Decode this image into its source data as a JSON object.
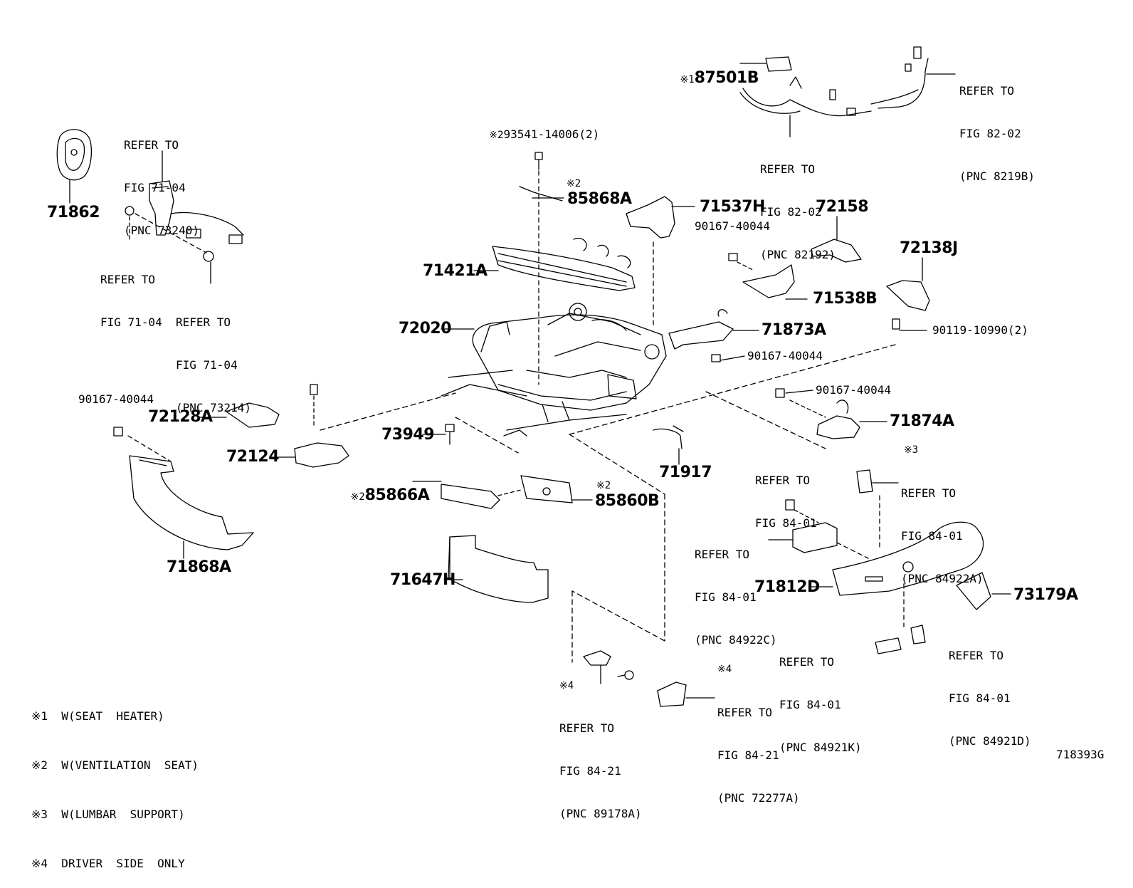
{
  "figure_code": "718393G",
  "notes": [
    "※1  W(SEAT  HEATER)",
    "※2  W(VENTILATION  SEAT)",
    "※3  W(LUMBAR  SUPPORT)",
    "※4  DRIVER  SIDE  ONLY"
  ],
  "parts": {
    "p71862": "71862",
    "p87501b_mark": "※1",
    "p87501b": "87501B",
    "p93541_mark": "※2",
    "p93541": "93541-14006(2)",
    "p85868a_mark": "※2",
    "p85868a": "85868A",
    "p71537h": "71537H",
    "p90167_a": "90167-40044",
    "p72158": "72158",
    "p72138j": "72138J",
    "p71421a": "71421A",
    "p71538b": "71538B",
    "p72020": "72020",
    "p71873a": "71873A",
    "p90119": "90119-10990(2)",
    "p90167_b": "90167-40044",
    "p90167_c": "90167-40044",
    "p90167_d": "90167-40044",
    "p72128a": "72128A",
    "p73949": "73949",
    "p71874a": "71874A",
    "p72124": "72124",
    "p71917": "71917",
    "p85866a_mark": "※2",
    "p85866a": "85866A",
    "p85860b_mark": "※2",
    "p85860b": "85860B",
    "p71868a": "71868A",
    "p71647h": "71647H",
    "p71812d": "71812D",
    "p73179a": "73179A"
  },
  "refs": {
    "r73240": [
      "REFER TO",
      "FIG 71-04",
      "(PNC 73240)"
    ],
    "r7104": [
      "REFER TO",
      "FIG 71-04"
    ],
    "r73214": [
      "REFER TO",
      "FIG 71-04",
      "(PNC 73214)"
    ],
    "r8219b": [
      "REFER TO",
      "FIG 82-02",
      "(PNC 8219B)"
    ],
    "r82192": [
      "REFER TO",
      "FIG 82-02",
      "(PNC 82192)"
    ],
    "r8401": [
      "REFER TO",
      "FIG 84-01"
    ],
    "r84922a_mark": "※3",
    "r84922a": [
      "REFER TO",
      "FIG 84-01",
      "(PNC 84922A)"
    ],
    "r84922c": [
      "REFER TO",
      "FIG 84-01",
      "(PNC 84922C)"
    ],
    "r84921k": [
      "REFER TO",
      "FIG 84-01",
      "(PNC 84921K)"
    ],
    "r84921d": [
      "REFER TO",
      "FIG 84-01",
      "(PNC 84921D)"
    ],
    "r89178a_mark": "※4",
    "r89178a": [
      "REFER TO",
      "FIG 84-21",
      "(PNC 89178A)"
    ],
    "r72277a_mark": "※4",
    "r72277a": [
      "REFER TO",
      "FIG 84-21",
      "(PNC 72277A)"
    ]
  }
}
